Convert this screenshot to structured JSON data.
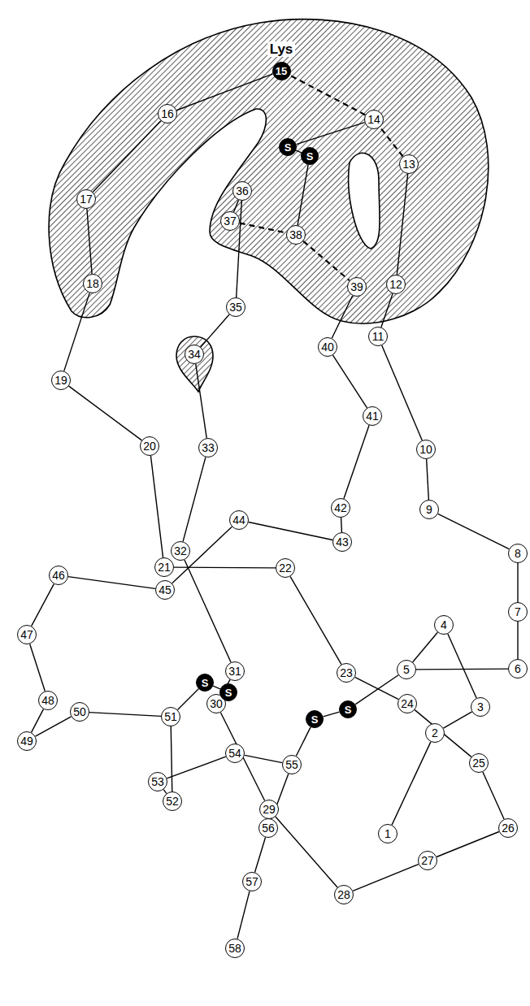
{
  "diagram": {
    "nodes": [
      {
        "text": [
          "1"
        ]
      },
      {
        "text": [
          "2"
        ]
      },
      {
        "text": [
          "3"
        ]
      },
      {
        "text": [
          "4"
        ]
      },
      {
        "text": [
          "5"
        ]
      },
      {
        "text": [
          "6"
        ]
      },
      {
        "text": [
          "7"
        ]
      },
      {
        "text": [
          "8"
        ]
      },
      {
        "text": [
          "9"
        ]
      },
      {
        "text": [
          "10"
        ]
      },
      {
        "text": [
          "11"
        ]
      },
      {
        "text": [
          "12"
        ]
      },
      {
        "text": [
          "13"
        ]
      },
      {
        "text": [
          "14"
        ]
      },
      {
        "text": [
          "15"
        ]
      },
      {
        "text": [
          "16"
        ]
      },
      {
        "text": [
          "17"
        ]
      },
      {
        "text": [
          "18"
        ]
      },
      {
        "text": [
          "19"
        ]
      },
      {
        "text": [
          "20"
        ]
      },
      {
        "text": [
          "21"
        ]
      },
      {
        "text": [
          "22"
        ]
      },
      {
        "text": [
          "23"
        ]
      },
      {
        "text": [
          "24"
        ]
      },
      {
        "text": [
          "25"
        ]
      },
      {
        "text": [
          "26"
        ]
      },
      {
        "text": [
          "27"
        ]
      },
      {
        "text": [
          "28"
        ]
      },
      {
        "text": [
          "29"
        ]
      },
      {
        "text": [
          "30"
        ]
      },
      {
        "text": [
          "31"
        ]
      },
      {
        "text": [
          "32"
        ]
      },
      {
        "text": [
          "33"
        ]
      },
      {
        "text": [
          "34"
        ]
      },
      {
        "text": [
          "35"
        ]
      },
      {
        "text": [
          "36"
        ]
      },
      {
        "text": [
          "37"
        ]
      },
      {
        "text": [
          "38"
        ]
      },
      {
        "text": [
          "39"
        ]
      },
      {
        "text": [
          "40"
        ]
      },
      {
        "text": [
          "41"
        ]
      },
      {
        "text": [
          "42"
        ]
      },
      {
        "text": [
          "43"
        ]
      },
      {
        "text": [
          "44"
        ]
      },
      {
        "text": [
          "45"
        ]
      },
      {
        "text": [
          "46"
        ]
      },
      {
        "text": [
          "47"
        ]
      },
      {
        "text": [
          "48"
        ]
      },
      {
        "text": [
          "49"
        ]
      },
      {
        "text": [
          "50"
        ]
      },
      {
        "text": [
          "51"
        ]
      },
      {
        "text": [
          "52"
        ]
      },
      {
        "text": [
          "53"
        ]
      },
      {
        "text": [
          "54"
        ]
      },
      {
        "text": [
          "55"
        ]
      },
      {
        "text": [
          "56"
        ]
      },
      {
        "text": [
          "57"
        ]
      },
      {
        "text": [
          "58"
        ]
      },
      {
        "text": [
          "S"
        ]
      },
      {
        "text": [
          "S"
        ]
      },
      {
        "text": [
          "S"
        ]
      },
      {
        "text": [
          "S"
        ]
      },
      {
        "text": [
          "S"
        ]
      },
      {
        "text": [
          "S"
        ]
      }
    ],
    "edges": [
      {
        "from": 0,
        "to": 1,
        "arrow": "none"
      },
      {
        "from": 1,
        "to": 2,
        "arrow": "none"
      },
      {
        "from": 2,
        "to": 3,
        "arrow": "none"
      },
      {
        "from": 3,
        "to": 4,
        "arrow": "none"
      },
      {
        "from": 4,
        "to": 5,
        "arrow": "none"
      },
      {
        "from": 5,
        "to": 6,
        "arrow": "none"
      },
      {
        "from": 6,
        "to": 7,
        "arrow": "none"
      },
      {
        "from": 7,
        "to": 8,
        "arrow": "none"
      },
      {
        "from": 8,
        "to": 9,
        "arrow": "none"
      },
      {
        "from": 9,
        "to": 10,
        "arrow": "none"
      },
      {
        "from": 10,
        "to": 11,
        "arrow": "none"
      },
      {
        "from": 11,
        "to": 12,
        "arrow": "none"
      },
      {
        "from": 12,
        "to": 13,
        "arrow": "none"
      },
      {
        "from": 13,
        "to": 14,
        "arrow": "none"
      },
      {
        "from": 14,
        "to": 15,
        "arrow": "none"
      },
      {
        "from": 15,
        "to": 16,
        "arrow": "none"
      },
      {
        "from": 16,
        "to": 17,
        "arrow": "none"
      },
      {
        "from": 17,
        "to": 18,
        "arrow": "none"
      },
      {
        "from": 18,
        "to": 19,
        "arrow": "none"
      },
      {
        "from": 19,
        "to": 20,
        "arrow": "none"
      },
      {
        "from": 20,
        "to": 21,
        "arrow": "none"
      },
      {
        "from": 21,
        "to": 22,
        "arrow": "none"
      },
      {
        "from": 22,
        "to": 23,
        "arrow": "none"
      },
      {
        "from": 23,
        "to": 24,
        "arrow": "none"
      },
      {
        "from": 24,
        "to": 25,
        "arrow": "none"
      },
      {
        "from": 25,
        "to": 26,
        "arrow": "none"
      },
      {
        "from": 26,
        "to": 27,
        "arrow": "none"
      },
      {
        "from": 27,
        "to": 28,
        "arrow": "none"
      },
      {
        "from": 28,
        "to": 29,
        "arrow": "none"
      },
      {
        "from": 29,
        "to": 30,
        "arrow": "none"
      },
      {
        "from": 30,
        "to": 31,
        "arrow": "none"
      },
      {
        "from": 31,
        "to": 32,
        "arrow": "none"
      },
      {
        "from": 32,
        "to": 33,
        "arrow": "none"
      },
      {
        "from": 33,
        "to": 34,
        "arrow": "none"
      },
      {
        "from": 34,
        "to": 35,
        "arrow": "none"
      },
      {
        "from": 35,
        "to": 36,
        "arrow": "none"
      },
      {
        "from": 36,
        "to": 37,
        "arrow": "none"
      },
      {
        "from": 37,
        "to": 38,
        "arrow": "none"
      },
      {
        "from": 38,
        "to": 39,
        "arrow": "none"
      },
      {
        "from": 39,
        "to": 40,
        "arrow": "none"
      },
      {
        "from": 40,
        "to": 41,
        "arrow": "none"
      },
      {
        "from": 41,
        "to": 42,
        "arrow": "none"
      },
      {
        "from": 42,
        "to": 43,
        "arrow": "none"
      },
      {
        "from": 43,
        "to": 44,
        "arrow": "none"
      },
      {
        "from": 44,
        "to": 45,
        "arrow": "none"
      },
      {
        "from": 45,
        "to": 46,
        "arrow": "none"
      },
      {
        "from": 46,
        "to": 47,
        "arrow": "none"
      },
      {
        "from": 47,
        "to": 48,
        "arrow": "none"
      },
      {
        "from": 48,
        "to": 49,
        "arrow": "none"
      },
      {
        "from": 49,
        "to": 50,
        "arrow": "none"
      },
      {
        "from": 50,
        "to": 51,
        "arrow": "none"
      },
      {
        "from": 51,
        "to": 52,
        "arrow": "none"
      },
      {
        "from": 52,
        "to": 53,
        "arrow": "none"
      },
      {
        "from": 53,
        "to": 54,
        "arrow": "none"
      },
      {
        "from": 54,
        "to": 55,
        "arrow": "none"
      },
      {
        "from": 55,
        "to": 56,
        "arrow": "none"
      },
      {
        "from": 56,
        "to": 57,
        "arrow": "none"
      },
      {
        "from": 13,
        "to": 58,
        "arrow": "none"
      },
      {
        "from": 58,
        "to": 59,
        "arrow": "none"
      },
      {
        "from": 59,
        "to": 37,
        "arrow": "none"
      },
      {
        "from": 50,
        "to": 60,
        "arrow": "none"
      },
      {
        "from": 60,
        "to": 61,
        "arrow": "none"
      },
      {
        "from": 61,
        "to": 29,
        "arrow": "none"
      },
      {
        "from": 54,
        "to": 62,
        "arrow": "none"
      },
      {
        "from": 62,
        "to": 63,
        "arrow": "none"
      },
      {
        "from": 63,
        "to": 4,
        "arrow": "none"
      }
    ],
    "labels": [
      "Lys"
    ]
  }
}
